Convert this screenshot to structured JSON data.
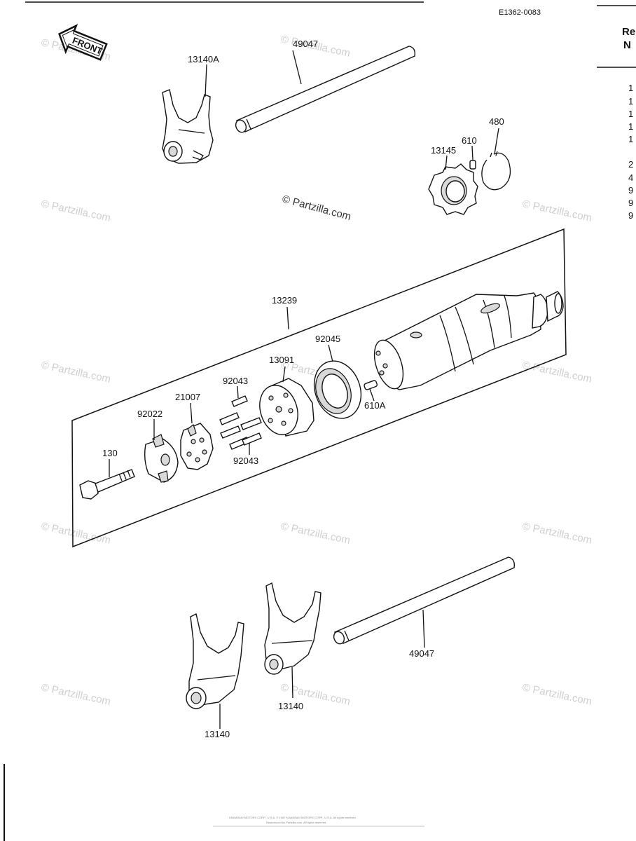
{
  "ref_code": "E1362-0083",
  "front_badge": "FRONT",
  "watermark_main": "© Partzilla.com",
  "watermark_repeat": "© Partzilla.com",
  "side_header": [
    "Re",
    "N"
  ],
  "side_items": [
    "1",
    "1",
    "1",
    "1",
    "1",
    "2",
    "4",
    "9",
    "9",
    "9"
  ],
  "labels": {
    "fork_13140a": "13140A",
    "shaft_49047_top": "49047",
    "circlip_480": "480",
    "pin_610": "610",
    "cam_13145": "13145",
    "drum_13239": "13239",
    "bearing_92045": "92045",
    "holder_13091": "13091",
    "pin_92043_top": "92043",
    "plate_21007": "21007",
    "stopper_92022": "92022",
    "bolt_130": "130",
    "pin_92043_bottom": "92043",
    "pin_610a": "610A",
    "shaft_49047_bottom": "49047",
    "fork_13140_mid": "13140",
    "fork_13140_left": "13140"
  },
  "footer_lines": [
    "KAWASAKI MOTORS CORP., U.S.A. © 1987 KAWASAKI MOTORS CORP., U.S.A. All rights reserved.",
    "Reproduced by Partzilla.com. All rights reserved."
  ]
}
